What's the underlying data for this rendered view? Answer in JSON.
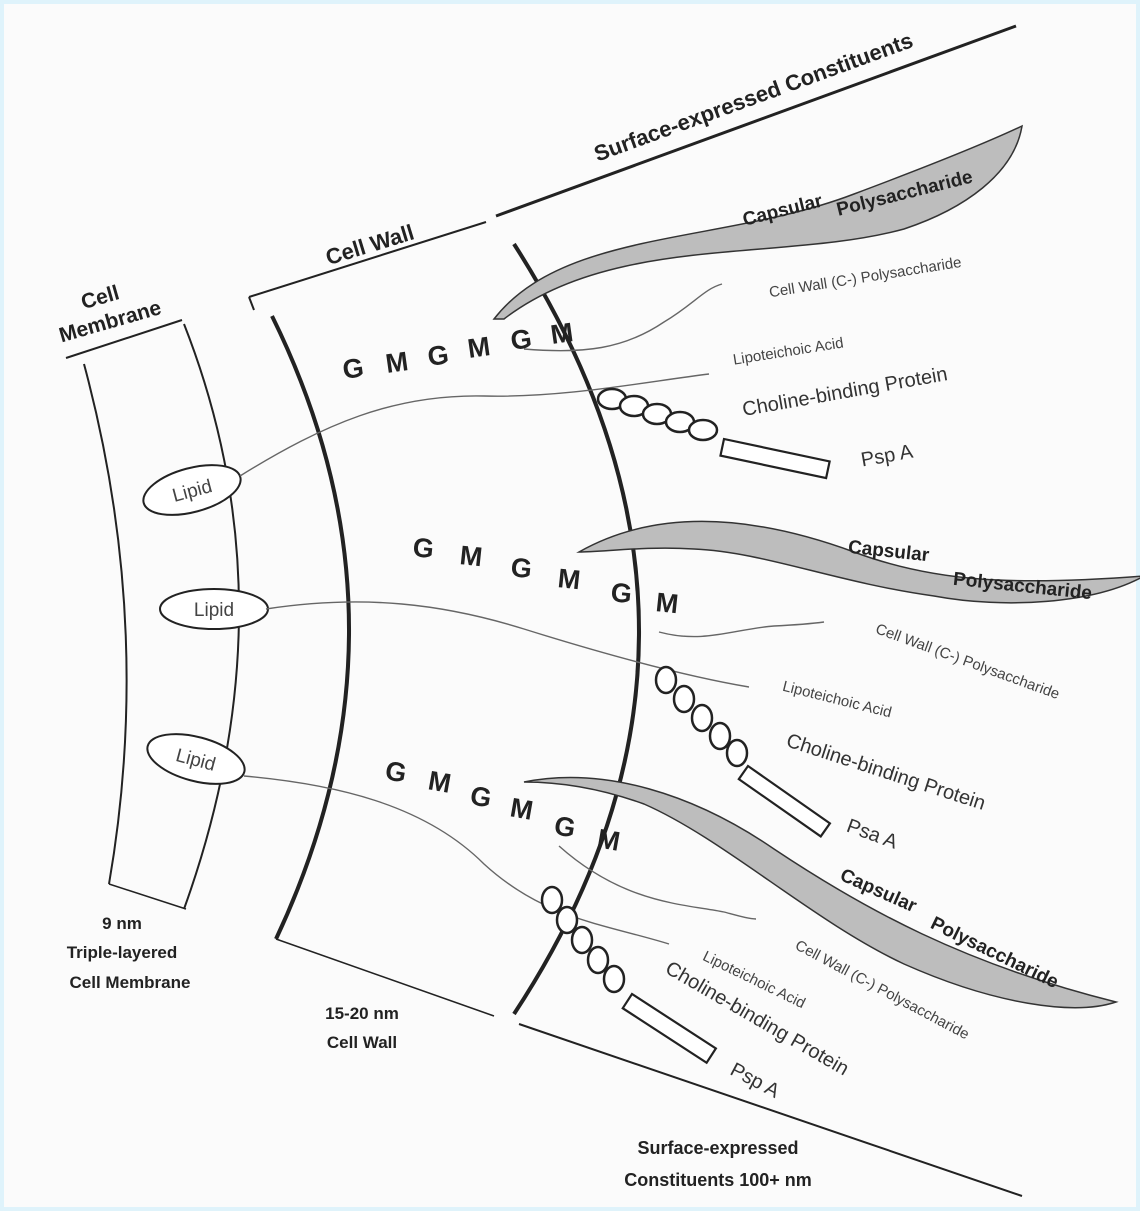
{
  "labels": {
    "cell_membrane": [
      "Cell",
      "Membrane"
    ],
    "cell_wall_top": "Cell Wall",
    "surface_top": "Surface-expressed Constituents",
    "membrane_caption": [
      "9 nm",
      "Triple-layered",
      "Cell Membrane"
    ],
    "wall_caption": [
      "15-20 nm",
      "Cell Wall"
    ],
    "surface_caption": [
      "Surface-expressed",
      "Constituents 100+ nm"
    ],
    "lipid": "Lipid",
    "gm_letters": [
      "G",
      "M",
      "G",
      "M",
      "G",
      "M"
    ]
  },
  "groups": [
    {
      "capsular": [
        "Capsular",
        "Polysaccharide"
      ],
      "cell_wall_poly": "Cell Wall (C-) Polysaccharide",
      "lipoteichoic": "Lipoteichoic Acid",
      "choline": "Choline-binding Protein",
      "psp": "Psp A"
    },
    {
      "capsular": [
        "Capsular",
        "Polysaccharide"
      ],
      "cell_wall_poly": "Cell Wall (C-) Polysaccharide",
      "lipoteichoic": "Lipoteichoic Acid",
      "choline": "Choline-binding Protein",
      "psp": "Psa A"
    },
    {
      "capsular": [
        "Capsular",
        "Polysaccharide"
      ],
      "cell_wall_poly": "Cell Wall (C-) Polysaccharide",
      "lipoteichoic": "Lipoteichoic Acid",
      "choline": "Choline-binding Protein",
      "psp": "Psp A"
    }
  ],
  "colors": {
    "ink": "#222222",
    "polysaccharide_fill": "#bdbdbd",
    "frame": "#dff3fb"
  }
}
